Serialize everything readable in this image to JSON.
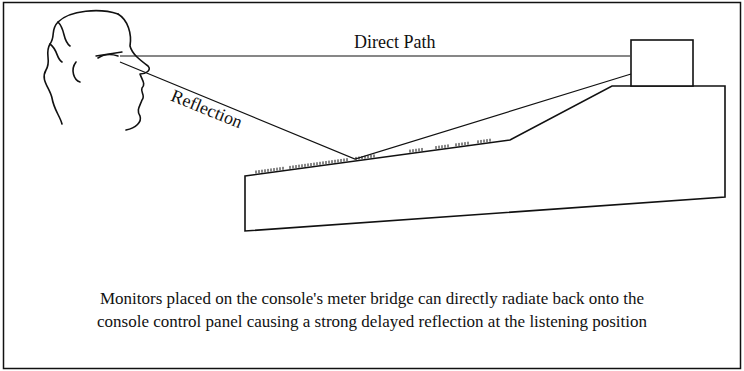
{
  "diagram": {
    "caption": "Monitors placed on the console's meter bridge can directly radiate back onto the console control panel causing a strong delayed reflection at the listening position",
    "labels": [
      "Direct Path",
      "Reflection"
    ]
  }
}
